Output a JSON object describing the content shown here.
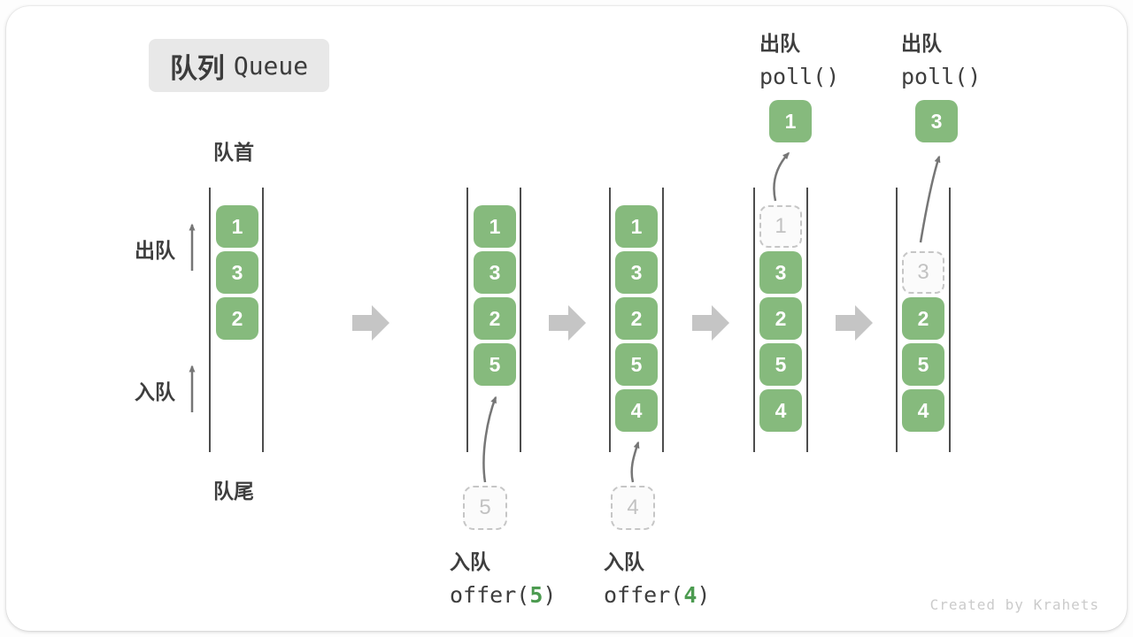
{
  "title": {
    "zh": "队列",
    "en": "Queue"
  },
  "side_labels": {
    "front": "队首",
    "rear": "队尾",
    "dequeue": "出队",
    "enqueue": "入队"
  },
  "queues": {
    "q1": {
      "items": [
        "1",
        "3",
        "2"
      ]
    },
    "q2": {
      "items": [
        "1",
        "3",
        "2",
        "5"
      ],
      "incoming": "5"
    },
    "q3": {
      "items": [
        "1",
        "3",
        "2",
        "5",
        "4"
      ],
      "incoming": "4"
    },
    "q4": {
      "ghost": "1",
      "items": [
        "3",
        "2",
        "5",
        "4"
      ],
      "popped": "1"
    },
    "q5": {
      "ghost": "3",
      "items": [
        "2",
        "5",
        "4"
      ],
      "popped": "3"
    }
  },
  "operations": {
    "offer5": {
      "label": "入队",
      "fn": "offer(",
      "arg": "5",
      "close": ")"
    },
    "offer4": {
      "label": "入队",
      "fn": "offer(",
      "arg": "4",
      "close": ")"
    },
    "poll1": {
      "label": "出队",
      "code": "poll()"
    },
    "poll3": {
      "label": "出队",
      "code": "poll()"
    }
  },
  "colors": {
    "box_green": "#86ba7d",
    "code_green": "#4c9b50",
    "text": "#3e3e3e",
    "block_arrow": "#c5c5c5",
    "dashed_border": "#c6c6c6"
  },
  "watermark": "Created by Krahets"
}
